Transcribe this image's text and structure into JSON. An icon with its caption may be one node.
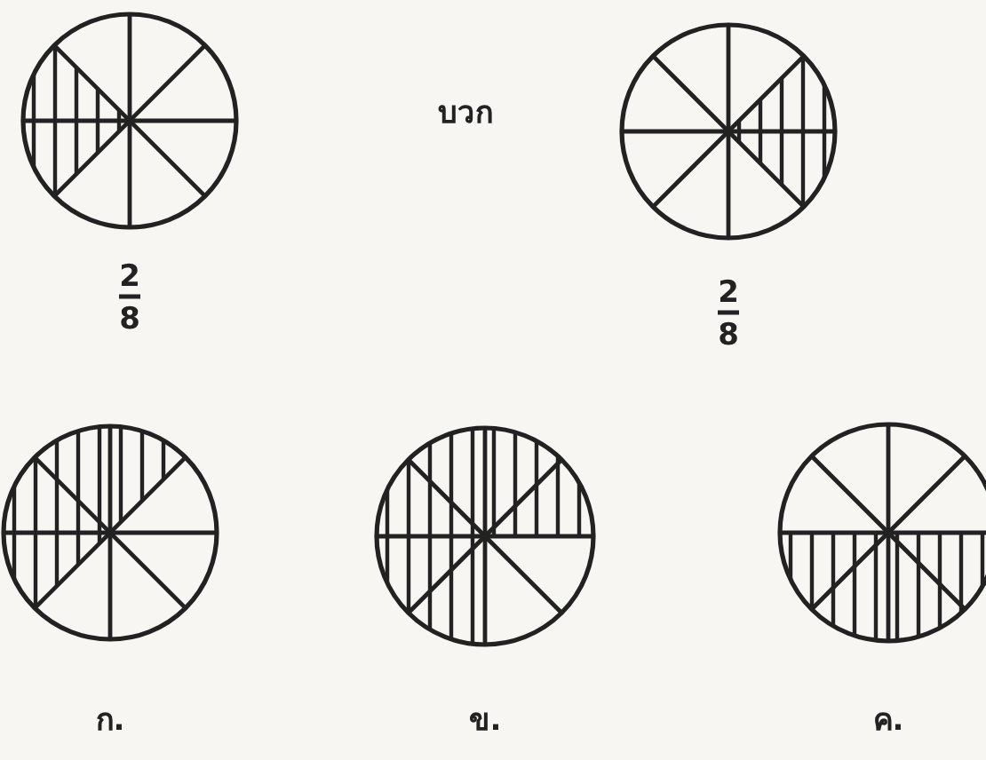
{
  "diagram": {
    "labels": [
      "บวก",
      "2",
      "8",
      "2",
      "8",
      "ก.",
      "ข.",
      "ค."
    ]
  }
}
